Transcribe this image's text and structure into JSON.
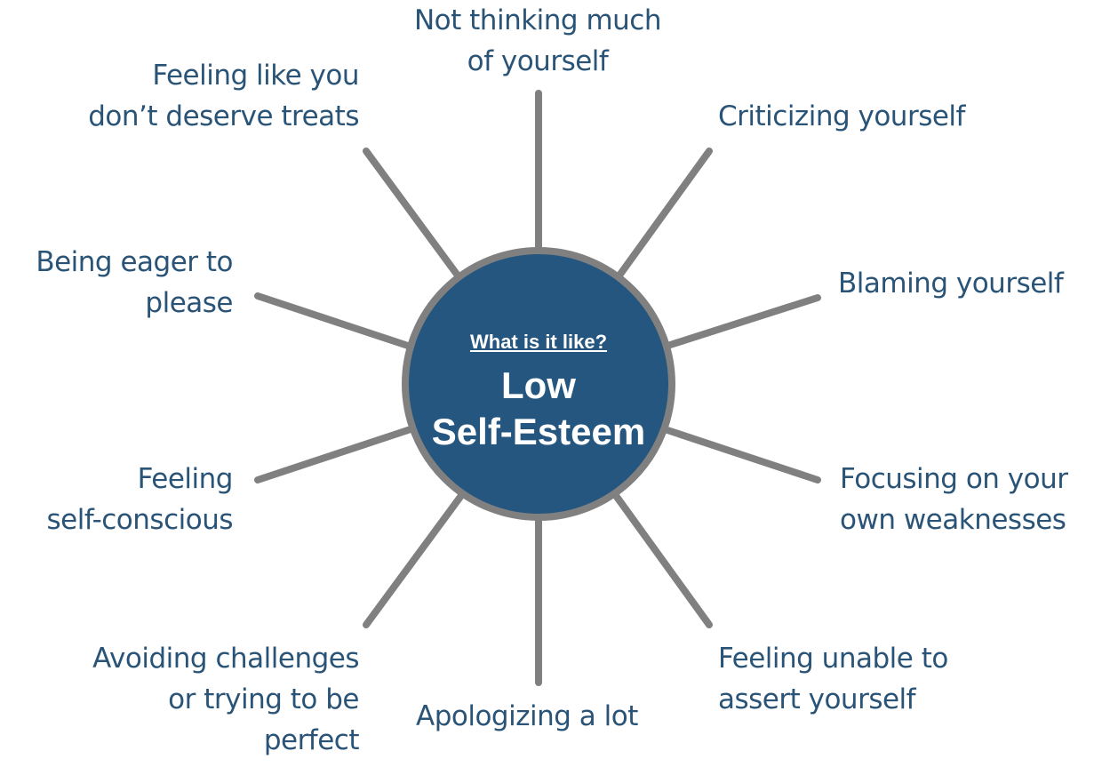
{
  "center": {
    "question": "What is it like?",
    "title_line1": "Low",
    "title_line2": "Self-Esteem"
  },
  "labels": {
    "top": [
      "Not thinking much",
      "of yourself"
    ],
    "top_right": [
      "Criticizing yourself"
    ],
    "right_upper": [
      "Blaming yourself"
    ],
    "right_lower": [
      "Focusing on your",
      "own weaknesses"
    ],
    "bottom_right": [
      "Feeling unable to",
      "assert yourself"
    ],
    "bottom": [
      "Apologizing a lot"
    ],
    "bottom_left": [
      "Avoiding challenges",
      "or trying to be",
      "perfect"
    ],
    "left_lower": [
      "Feeling",
      "self-conscious"
    ],
    "left_upper": [
      "Being eager to",
      "please"
    ],
    "top_left": [
      "Feeling like you",
      "don’t deserve treats"
    ]
  },
  "colors": {
    "hub": "#25567f",
    "spoke": "#808080",
    "text": "#2a5477"
  }
}
